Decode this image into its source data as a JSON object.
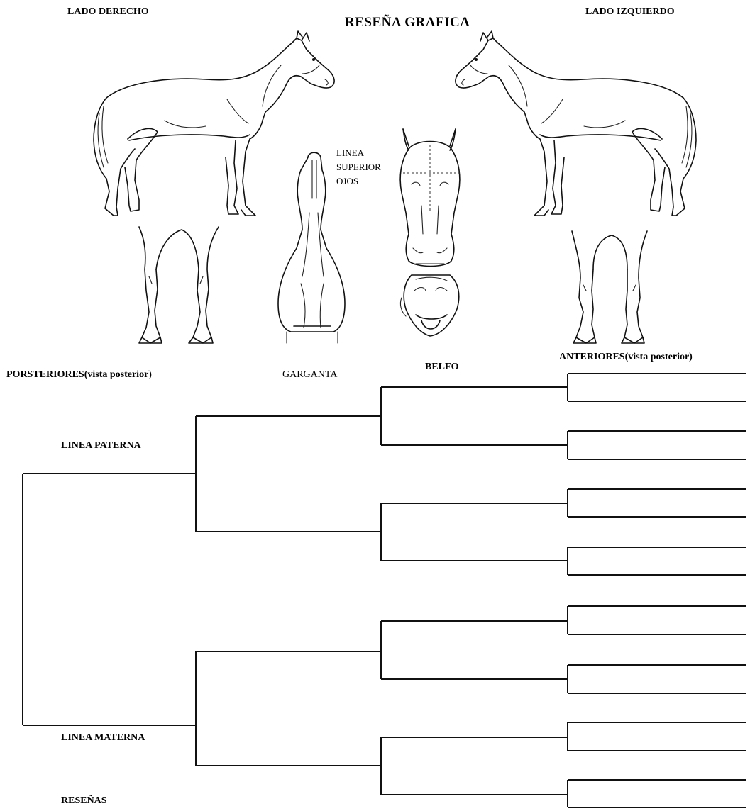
{
  "header": {
    "left_title": "LADO DERECHO",
    "center_title": "RESEÑA GRAFICA",
    "right_title": "LADO IZQUIERDO"
  },
  "labels": {
    "linea": "LINEA",
    "superior": "SUPERIOR",
    "ojos": "OJOS",
    "posteriores": "PORSTERIORES(vista posterior",
    "posteriores_paren": ")",
    "garganta": "GARGANTA",
    "belfo": "BELFO",
    "anteriores": "ANTERIORES(vista posterior)"
  },
  "pedigree": {
    "linea_paterna": "LINEA PATERNA",
    "linea_materna": "LINEA MATERNA",
    "resenas": "RESEÑAS"
  },
  "drawings": {
    "horse_right": "horse-side-view-right",
    "horse_left": "horse-side-view-left",
    "hind_legs": "hind-legs-rear-view",
    "throat": "throat-view",
    "head_front": "head-front-view",
    "muzzle": "muzzle-view",
    "front_legs": "front-legs-rear-view"
  }
}
